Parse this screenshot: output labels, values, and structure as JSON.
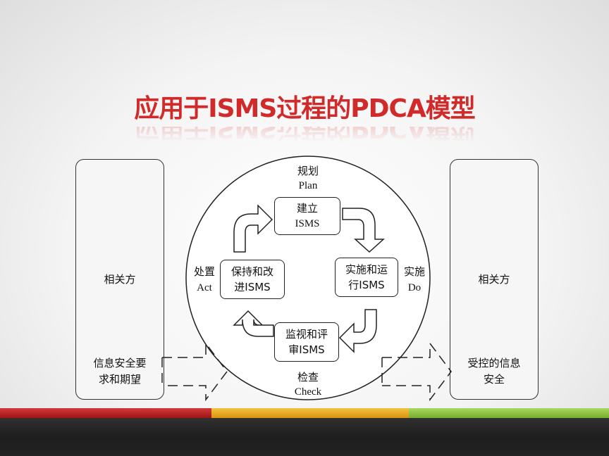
{
  "title": "应用于ISMS过程的PDCA模型",
  "left_panel": {
    "party": "相关方",
    "requirement_line1": "信息安全要",
    "requirement_line2": "求和期望"
  },
  "right_panel": {
    "party": "相关方",
    "outcome_line1": "受控的信息",
    "outcome_line2": "安全"
  },
  "cycle": {
    "plan": {
      "cn": "规划",
      "en": "Plan",
      "box_line1": "建立",
      "box_line2": "ISMS"
    },
    "do": {
      "cn": "实施",
      "en": "Do",
      "box_line1": "实施和运",
      "box_line2": "行ISMS"
    },
    "check": {
      "cn": "检查",
      "en": "Check",
      "box_line1": "监视和评",
      "box_line2": "审ISMS"
    },
    "act": {
      "cn": "处置",
      "en": "Act",
      "box_line1": "保持和改",
      "box_line2": "进ISMS"
    }
  },
  "colors": {
    "title": "#d12a2a",
    "stripe_red": "#b71c1c",
    "stripe_orange": "#e8a317",
    "stripe_green": "#8dc63f",
    "bottom_bar": "#2a2a2a"
  }
}
